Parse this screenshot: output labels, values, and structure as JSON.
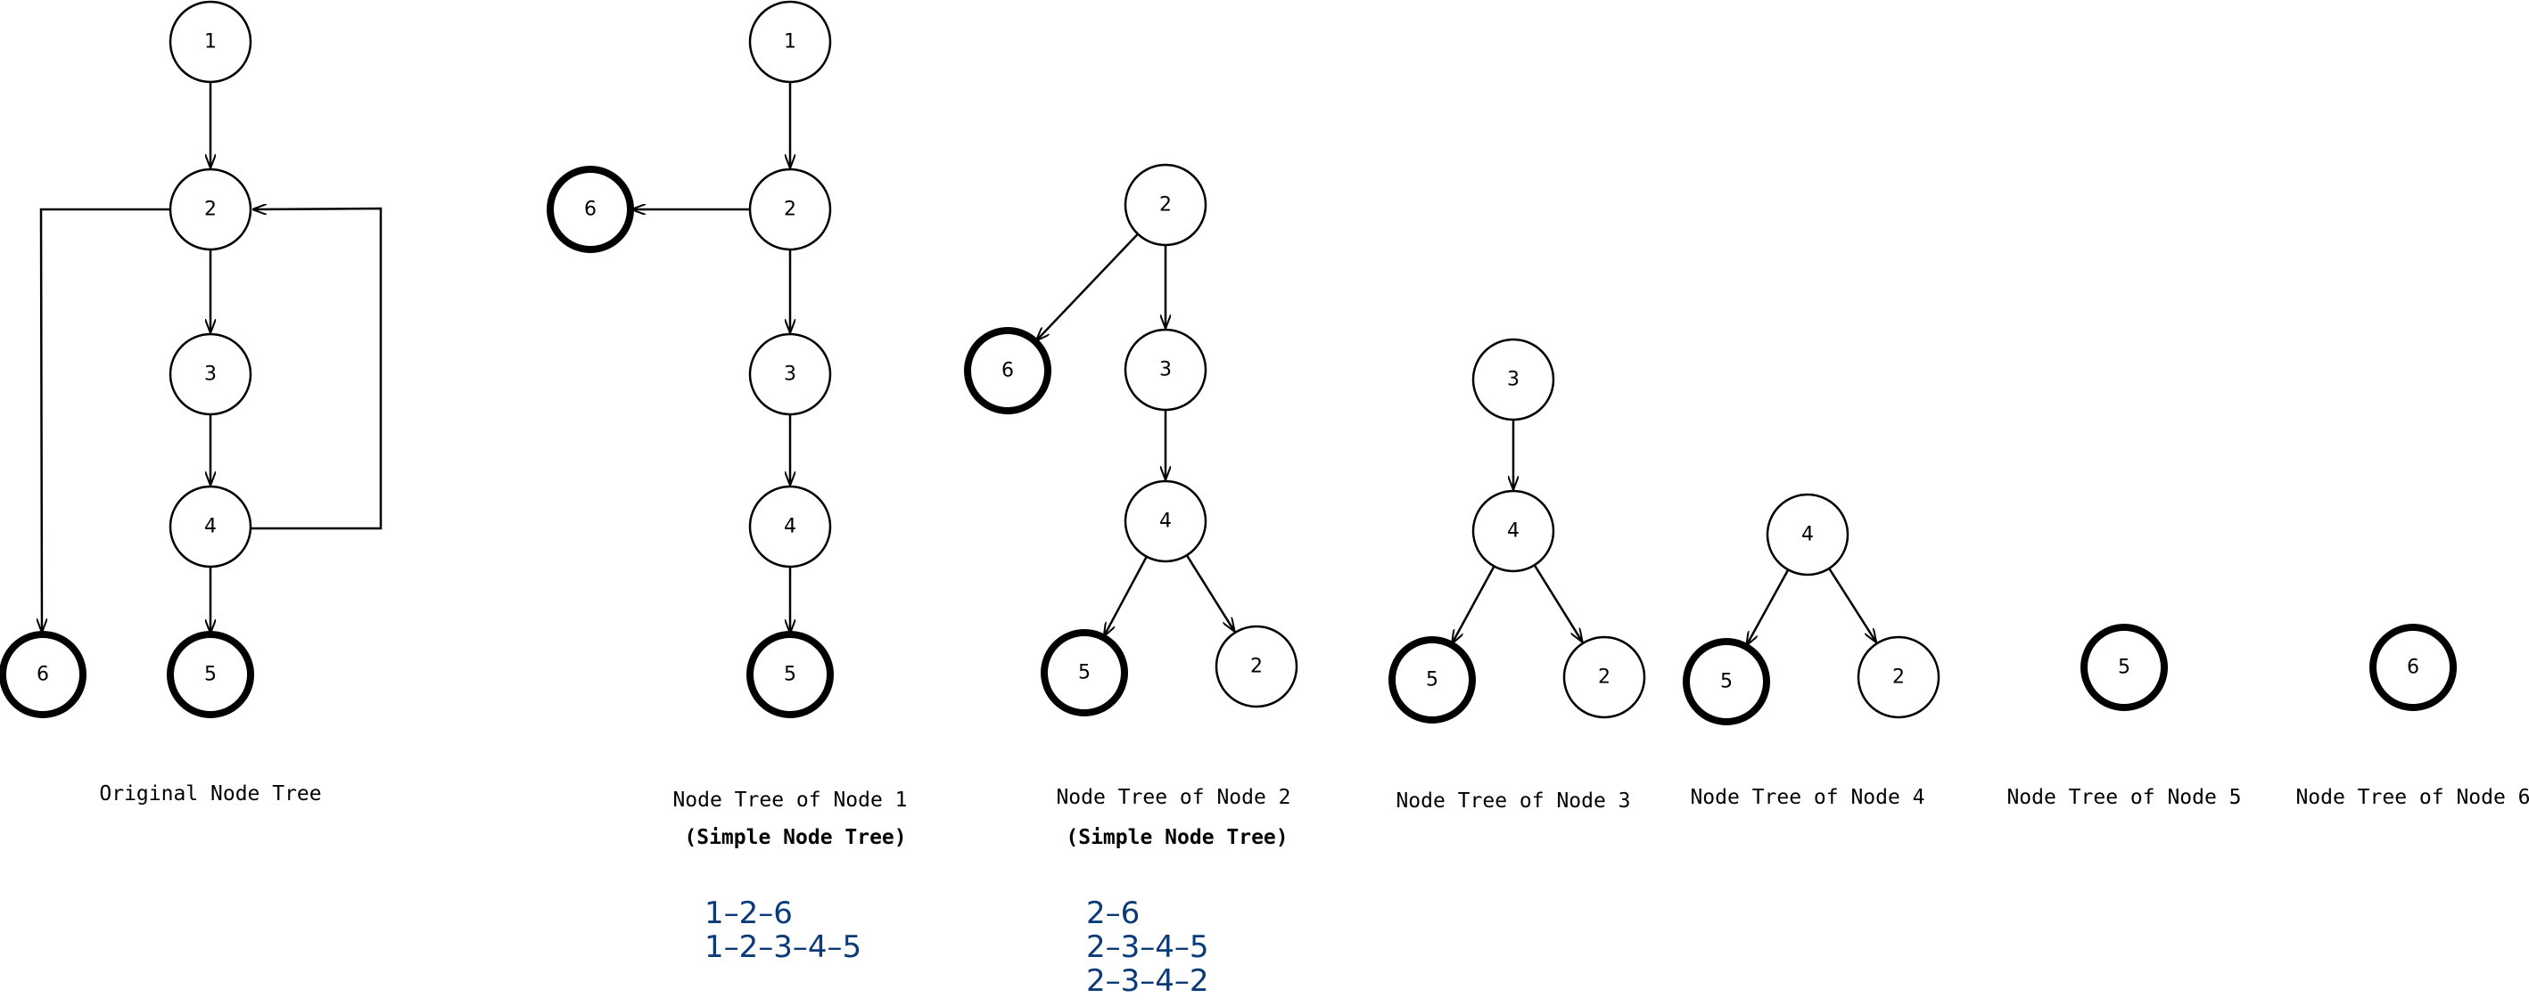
{
  "trees": [
    {
      "id": "original",
      "caption": "Original Node Tree",
      "nodes": [
        {
          "key": "n1",
          "label": "1"
        },
        {
          "key": "n2",
          "label": "2"
        },
        {
          "key": "n3",
          "label": "3"
        },
        {
          "key": "n4",
          "label": "4"
        },
        {
          "key": "n5",
          "label": "5",
          "terminal": true
        },
        {
          "key": "n6",
          "label": "6",
          "terminal": true
        }
      ],
      "edges": [
        [
          "n1",
          "n2"
        ],
        [
          "n2",
          "n3"
        ],
        [
          "n3",
          "n4"
        ],
        [
          "n4",
          "n5"
        ],
        [
          "n2",
          "n6"
        ],
        [
          "n4",
          "n2"
        ]
      ]
    },
    {
      "id": "node1",
      "caption": "Node Tree of Node 1",
      "subcaption": "(Simple Node Tree)",
      "paths": [
        "1–2–6",
        "1–2–3–4–5"
      ],
      "nodes": [
        {
          "key": "n1",
          "label": "1"
        },
        {
          "key": "n2",
          "label": "2"
        },
        {
          "key": "n6",
          "label": "6",
          "terminal": true
        },
        {
          "key": "n3",
          "label": "3"
        },
        {
          "key": "n4",
          "label": "4"
        },
        {
          "key": "n5",
          "label": "5",
          "terminal": true
        }
      ],
      "edges": [
        [
          "n1",
          "n2"
        ],
        [
          "n2",
          "n6"
        ],
        [
          "n2",
          "n3"
        ],
        [
          "n3",
          "n4"
        ],
        [
          "n4",
          "n5"
        ]
      ]
    },
    {
      "id": "node2",
      "caption": "Node Tree of Node 2",
      "subcaption": "(Simple Node Tree)",
      "paths": [
        "2–6",
        "2–3–4–5",
        "2–3–4–2"
      ],
      "nodes": [
        {
          "key": "n2",
          "label": "2"
        },
        {
          "key": "n6",
          "label": "6",
          "terminal": true
        },
        {
          "key": "n3",
          "label": "3"
        },
        {
          "key": "n4",
          "label": "4"
        },
        {
          "key": "n5",
          "label": "5",
          "terminal": true
        },
        {
          "key": "n2b",
          "label": "2"
        }
      ],
      "edges": [
        [
          "n2",
          "n6"
        ],
        [
          "n2",
          "n3"
        ],
        [
          "n3",
          "n4"
        ],
        [
          "n4",
          "n5"
        ],
        [
          "n4",
          "n2b"
        ]
      ]
    },
    {
      "id": "node3",
      "caption": "Node Tree of Node 3",
      "nodes": [
        {
          "key": "n3",
          "label": "3"
        },
        {
          "key": "n4",
          "label": "4"
        },
        {
          "key": "n5",
          "label": "5",
          "terminal": true
        },
        {
          "key": "n2",
          "label": "2"
        }
      ],
      "edges": [
        [
          "n3",
          "n4"
        ],
        [
          "n4",
          "n5"
        ],
        [
          "n4",
          "n2"
        ]
      ]
    },
    {
      "id": "node4",
      "caption": "Node Tree of Node 4",
      "nodes": [
        {
          "key": "n4",
          "label": "4"
        },
        {
          "key": "n5",
          "label": "5",
          "terminal": true
        },
        {
          "key": "n2",
          "label": "2"
        }
      ],
      "edges": [
        [
          "n4",
          "n5"
        ],
        [
          "n4",
          "n2"
        ]
      ]
    },
    {
      "id": "node5",
      "caption": "Node Tree of Node 5",
      "nodes": [
        {
          "key": "n5",
          "label": "5",
          "terminal": true
        }
      ],
      "edges": []
    },
    {
      "id": "node6",
      "caption": "Node Tree of Node 6",
      "nodes": [
        {
          "key": "n6",
          "label": "6",
          "terminal": true
        }
      ],
      "edges": []
    }
  ]
}
